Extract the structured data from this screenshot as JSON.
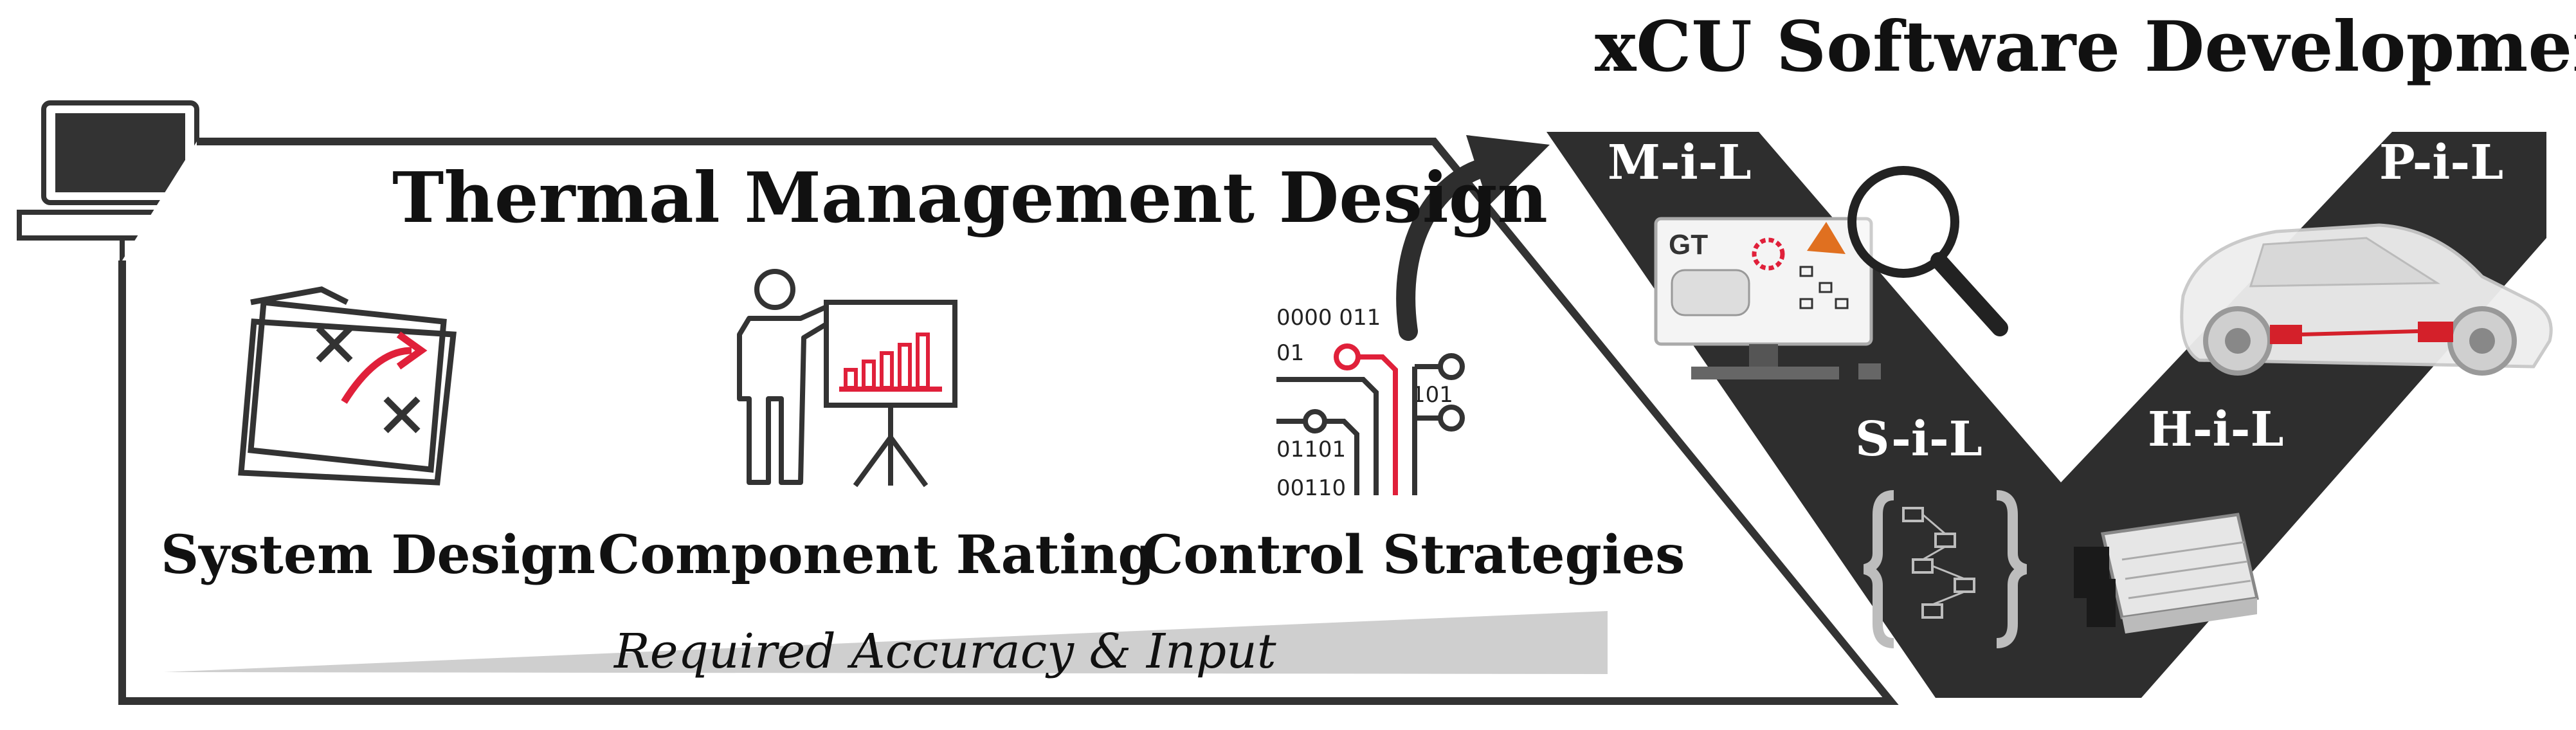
{
  "titles": {
    "thermal_management": "Thermal Management Design",
    "software_development": "xCU Software Development"
  },
  "design_steps": [
    {
      "label": "System Design",
      "icon": "strategy-map-icon"
    },
    {
      "label": "Component Rating",
      "icon": "presentation-chart-icon"
    },
    {
      "label": "Control Strategies",
      "icon": "circuit-code-icon"
    }
  ],
  "accuracy_bar": {
    "label": "Required Accuracy & Input"
  },
  "binary_codes": [
    "0000 011",
    "01",
    "101",
    "01101",
    "00110"
  ],
  "v_model": {
    "mil": "M-i-L",
    "sil": "S-i-L",
    "hil": "H-i-L",
    "pil": "P-i-L"
  },
  "monitor_text": "GT",
  "colors": {
    "accent_red": "#e0203a",
    "v_shape": "#2e2e2e",
    "outline": "#333333",
    "gradient_bar": "#cfcfcf"
  }
}
